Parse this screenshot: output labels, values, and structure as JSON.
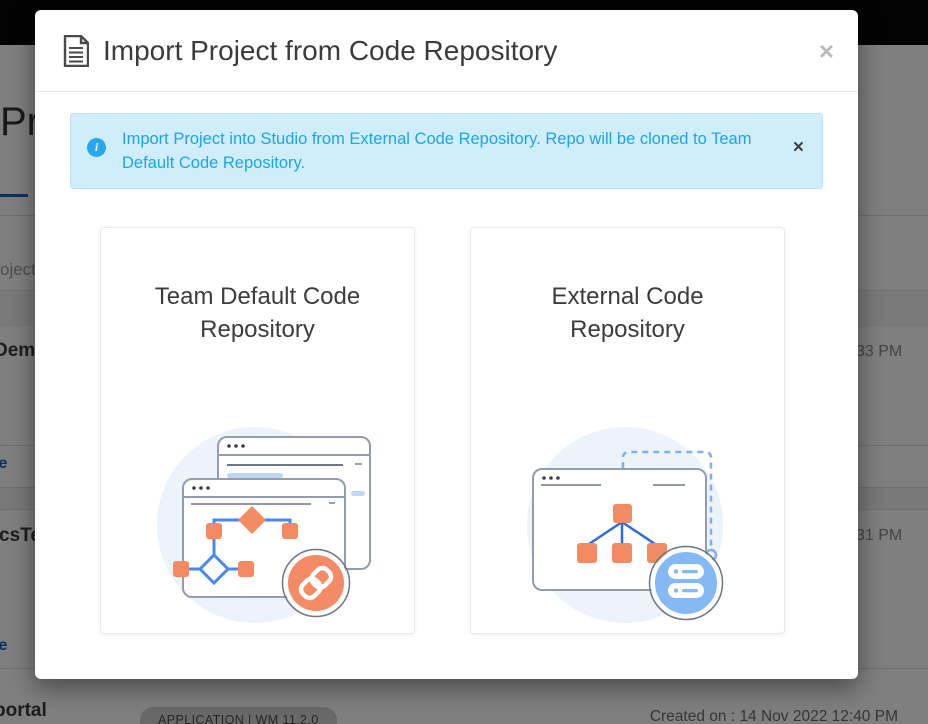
{
  "colors": {
    "accent_blue": "#1565c0",
    "alert_text": "#18a6f2",
    "alert_bg": "#d0edfc",
    "illustration_orange": "#f48a62",
    "illustration_blue": "#3d7ef0",
    "db_circle_blue": "#85b9f5"
  },
  "modal": {
    "title": "Import Project from Code Repository",
    "close_label": "×",
    "alert": {
      "text": "Import Project into Studio from External Code Repository. Repo will be cloned to Team Default Code Repository.",
      "info_glyph": "i",
      "close_label": "×"
    },
    "options": [
      {
        "label": "Team Default Code Repository"
      },
      {
        "label": "External Code Repository"
      }
    ]
  },
  "background": {
    "page_title_fragment": "Pro",
    "search_fragment": "oject",
    "rows": [
      {
        "name_fragment": "Demo",
        "link_fragment": "nche",
        "time_fragment": "33 PM"
      },
      {
        "name_fragment": "csTe",
        "link_fragment": "nche",
        "time_fragment": "31 PM"
      }
    ],
    "footer_row": {
      "name_fragment": "portal",
      "badge": "APPLICATION | WM 11.2.0",
      "created_text": "Created on : 14 Nov 2022 12:40 PM"
    }
  }
}
